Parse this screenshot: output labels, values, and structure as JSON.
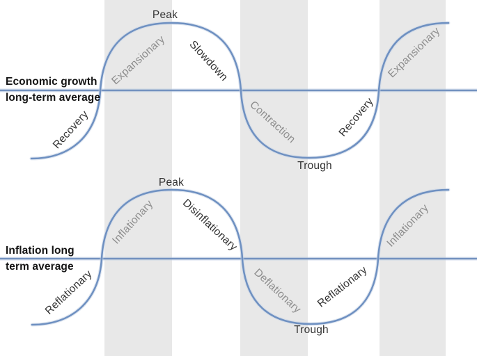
{
  "colors": {
    "curve": "#6e90c1",
    "average_line": "#7291bf",
    "band": "#e8e8e8",
    "label_dark": "#333333",
    "label_muted": "#8d8d8d",
    "axis_text": "#141414"
  },
  "top_chart": {
    "axis_label": {
      "line1": "Economic growth",
      "line2": "long-term average"
    },
    "phases": [
      {
        "label": "Recovery",
        "tone": "dark"
      },
      {
        "label": "Expansionary",
        "tone": "muted"
      },
      {
        "label": "Peak",
        "tone": "dark"
      },
      {
        "label": "Slowdown",
        "tone": "dark"
      },
      {
        "label": "Contraction",
        "tone": "muted"
      },
      {
        "label": "Trough",
        "tone": "dark"
      },
      {
        "label": "Recovery",
        "tone": "dark"
      },
      {
        "label": "Expansionary",
        "tone": "muted"
      }
    ]
  },
  "bottom_chart": {
    "axis_label": {
      "line1": "Inflation long",
      "line2": "term average"
    },
    "phases": [
      {
        "label": "Reflationary",
        "tone": "dark"
      },
      {
        "label": "Inflationary",
        "tone": "muted"
      },
      {
        "label": "Peak",
        "tone": "dark"
      },
      {
        "label": "Disinflationary",
        "tone": "dark"
      },
      {
        "label": "Deflationary",
        "tone": "muted"
      },
      {
        "label": "Trough",
        "tone": "dark"
      },
      {
        "label": "Reflationary",
        "tone": "dark"
      },
      {
        "label": "Inflationary",
        "tone": "muted"
      }
    ]
  }
}
